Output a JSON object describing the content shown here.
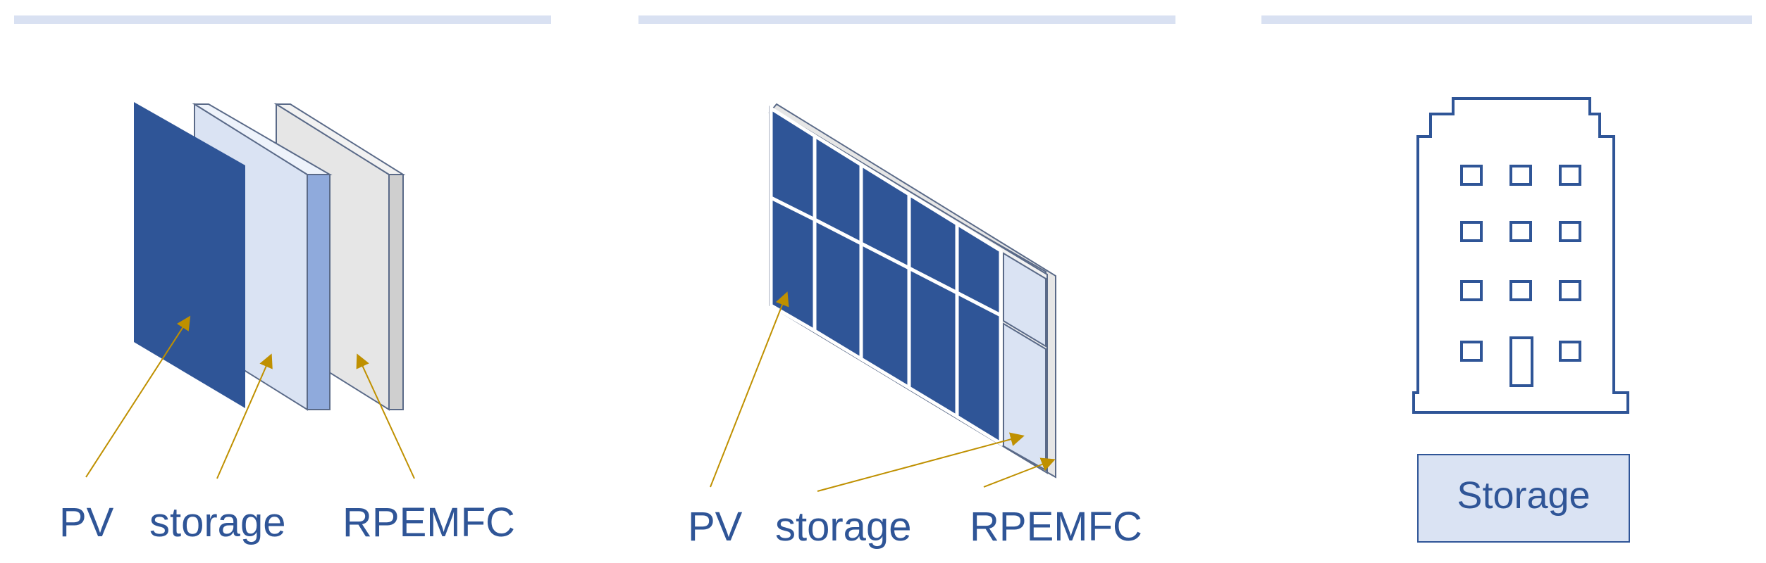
{
  "panel1": {
    "labels": {
      "pv": "PV",
      "storage": "storage",
      "rpemfc": "RPEMFC"
    }
  },
  "panel2": {
    "labels": {
      "pv": "PV",
      "storage": "storage",
      "rpemfc": "RPEMFC"
    }
  },
  "panel3": {
    "storage_box_label": "Storage"
  },
  "colors": {
    "header_bar": "#d9e1f2",
    "pv_blue": "#2f5597",
    "storage_fill": "#dae3f3",
    "storage_edge": "#8faadc",
    "rpemfc_fill": "#e6e6e6",
    "rpemfc_edge": "#cfcfcf",
    "arrow": "#bf9000",
    "building_stroke": "#2f5597",
    "label_text": "#2f5597"
  },
  "icons": {
    "building": "building-icon"
  }
}
